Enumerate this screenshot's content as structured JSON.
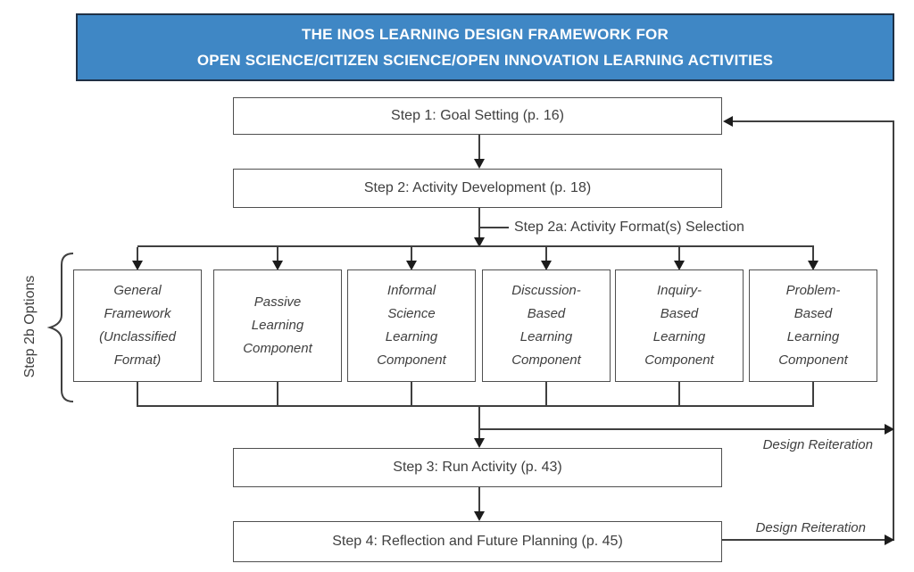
{
  "header": {
    "line1": "THE INOS LEARNING DESIGN FRAMEWORK FOR",
    "line2": "OPEN SCIENCE/CITIZEN SCIENCE/OPEN INNOVATION LEARNING ACTIVITIES"
  },
  "steps": [
    {
      "label": "Step 1: Goal Setting (p. 16)"
    },
    {
      "label": "Step 2: Activity Development (p. 18)"
    },
    {
      "label": "Step 3: Run Activity (p. 43)"
    },
    {
      "label": "Step 4: Reflection and Future Planning (p. 45)"
    }
  ],
  "edge_labels": {
    "step2a": "Step 2a: Activity Format(s) Selection",
    "step2b_options": "Step 2b Options",
    "design_reiteration_upper": "Design Reiteration",
    "design_reiteration_lower": "Design Reiteration"
  },
  "options": [
    {
      "label": "General\nFramework\n(Unclassified\nFormat)"
    },
    {
      "label": "Passive\nLearning\nComponent"
    },
    {
      "label": "Informal\nScience\nLearning\nComponent"
    },
    {
      "label": "Discussion-\nBased\nLearning\nComponent"
    },
    {
      "label": "Inquiry-\nBased\nLearning\nComponent"
    },
    {
      "label": "Problem-\nBased\nLearning\nComponent"
    }
  ],
  "colors": {
    "banner_fill": "#3f87c5",
    "banner_border": "#1f3045",
    "banner_text": "#ffffff",
    "box_border": "#4f4f4f",
    "line": "#3f3f3f",
    "text": "#3f3f3f",
    "background": "#ffffff"
  }
}
